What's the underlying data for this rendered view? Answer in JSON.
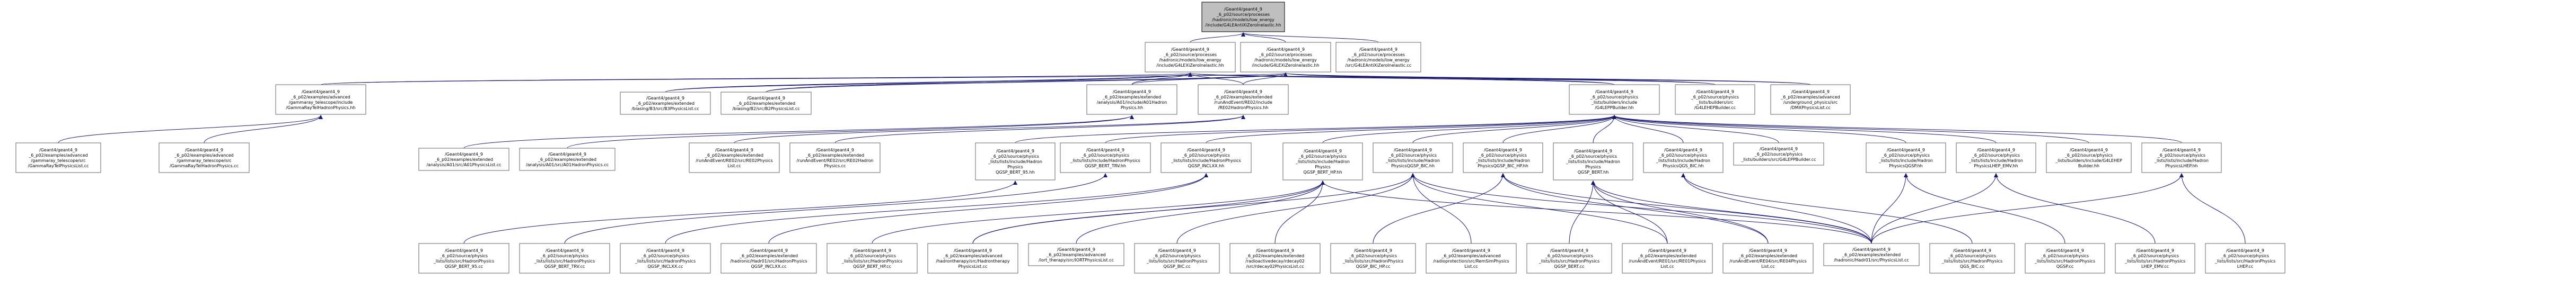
{
  "graph": {
    "nodes": [
      {
        "id": "n0",
        "name": "node-g4lextrem-lowenergy-h",
        "interactable": false,
        "lines": [
          "/Geant4/geant4_9",
          "_6_p02/source/processes",
          "/hadronic/models/low_energy",
          "/include/G4LEAntiXiZeroInelastic.hh"
        ]
      },
      {
        "id": "n1",
        "name": "node-g4lexi-zero-inelastic-h",
        "interactable": true,
        "lines": [
          "/Geant4/geant4_9",
          "_6_p02/source/processes",
          "/hadronic/models/low_energy",
          "/include/G4LEXiZeroInelastic.hh"
        ]
      },
      {
        "id": "n2",
        "name": "node-g4lexi-zero-inelastic-hh-2",
        "interactable": true,
        "lines": [
          "/Geant4/geant4_9",
          "_6_p02/source/processes",
          "/hadronic/models/low_energy",
          "/include/G4LEXiZeroInelastic.hh"
        ]
      },
      {
        "id": "n3",
        "name": "node-g4leantixi-zero-inelastic-cc",
        "interactable": true,
        "lines": [
          "/Geant4/geant4_9",
          "_6_p02/source/processes",
          "/hadronic/models/low_energy",
          "/src/G4LEAntiXiZeroInelastic.cc"
        ]
      },
      {
        "id": "n4",
        "name": "node-gammaray-tel-hadron-physics-hh",
        "interactable": true,
        "lines": [
          "/Geant4/geant4_9",
          "_6_p02/examples/advanced",
          "/gammaray_telescope/include",
          "/GammaRayTelHadronPhysics.hh"
        ]
      },
      {
        "id": "n5",
        "name": "node-biasing-b3-physics-list-cc",
        "interactable": true,
        "lines": [
          "/Geant4/geant4_9",
          "_6_p02/examples/extended",
          "/biasing/B3/src/B3PhysicsList.cc"
        ]
      },
      {
        "id": "n6",
        "name": "node-biasing-b2-physics-list-cc",
        "interactable": true,
        "lines": [
          "/Geant4/geant4_9",
          "_6_p02/examples/extended",
          "/biasing/B2/src/B2PhysicsList.cc"
        ]
      },
      {
        "id": "n7",
        "name": "node-a01-hadron-physics-hh",
        "interactable": true,
        "lines": [
          "/Geant4/geant4_9",
          "_6_p02/examples/extended",
          "/analysis/A01/include/A01Hadron",
          "Physics.hh"
        ]
      },
      {
        "id": "n8",
        "name": "node-re02-hadron-physics-hh",
        "interactable": true,
        "lines": [
          "/Geant4/geant4_9",
          "_6_p02/examples/extended",
          "/runAndEvent/RE02/include",
          "/RE02HadronPhysics.hh"
        ]
      },
      {
        "id": "n9",
        "name": "node-g4lepp-builder-hh",
        "interactable": true,
        "lines": [
          "/Geant4/geant4_9",
          "_6_p02/source/physics",
          "_lists/builders/include",
          "/G4LEPPBuilder.hh"
        ]
      },
      {
        "id": "n10",
        "name": "node-g4lehep-builder-cc",
        "interactable": true,
        "lines": [
          "/Geant4/geant4_9",
          "_6_p02/source/physics",
          "_lists/builders/src",
          "/G4LEHEPBuilder.cc"
        ]
      },
      {
        "id": "n11",
        "name": "node-dmx-physics-list-cc",
        "interactable": true,
        "lines": [
          "/Geant4/geant4_9",
          "_6_p02/examples/advanced",
          "/underground_physics/src",
          "/DMXPhysicsList.cc"
        ]
      },
      {
        "id": "n12",
        "name": "node-gammaray-tel-physics-list-cc",
        "interactable": true,
        "lines": [
          "/Geant4/geant4_9",
          "_6_p02/examples/advanced",
          "/gammaray_telescope/src",
          "/GammaRayTelPhysicsList.cc"
        ]
      },
      {
        "id": "n13",
        "name": "node-gammaray-tel-hadron-physics-cc",
        "interactable": true,
        "lines": [
          "/Geant4/geant4_9",
          "_6_p02/examples/advanced",
          "/gammaray_telescope/src",
          "/GammaRayTelHadronPhysics.cc"
        ]
      },
      {
        "id": "n14",
        "name": "node-a01-physics-list-cc",
        "interactable": true,
        "lines": [
          "/Geant4/geant4_9",
          "_6_p02/examples/extended",
          "/analysis/A01/src/A01PhysicsList.cc"
        ]
      },
      {
        "id": "n15",
        "name": "node-a01-hadron-physics-cc",
        "interactable": true,
        "lines": [
          "/Geant4/geant4_9",
          "_6_p02/examples/extended",
          "/analysis/A01/src/A01HadronPhysics.cc"
        ]
      },
      {
        "id": "n16",
        "name": "node-re02-physics-list-cc",
        "interactable": true,
        "lines": [
          "/Geant4/geant4_9",
          "_6_p02/examples/extended",
          "/runAndEvent/RE02/src/RE02Physics",
          "List.cc"
        ]
      },
      {
        "id": "n17",
        "name": "node-re02-hadron-physics-cc",
        "interactable": true,
        "lines": [
          "/Geant4/geant4_9",
          "_6_p02/examples/extended",
          "/runAndEvent/RE02/src/RE02Hadron",
          "Physics.cc"
        ]
      },
      {
        "id": "n18",
        "name": "node-qgsp-bert-95-hh",
        "interactable": true,
        "lines": [
          "/Geant4/geant4_9",
          "_6_p02/source/physics",
          "_lists/lists/include/Hadron",
          "Physics",
          "QGSP_BERT_95.hh"
        ]
      },
      {
        "id": "n19",
        "name": "node-qgsp-bert-trv-hh",
        "interactable": true,
        "lines": [
          "/Geant4/geant4_9",
          "_6_p02/source/physics",
          "_lists/lists/include/HadronPhysics",
          "QGSP_BERT_TRV.hh"
        ]
      },
      {
        "id": "n20",
        "name": "node-qgsp-inclxx-hh",
        "interactable": true,
        "lines": [
          "/Geant4/geant4_9",
          "_6_p02/source/physics",
          "_lists/lists/include/HadronPhysics",
          "QGSP_INCLXX.hh"
        ]
      },
      {
        "id": "n21",
        "name": "node-qgsp-bert-hp-hh",
        "interactable": true,
        "lines": [
          "/Geant4/geant4_9",
          "_6_p02/source/physics",
          "_lists/lists/include/Hadron",
          "Physics",
          "QGSP_BERT_HP.hh"
        ]
      },
      {
        "id": "n22",
        "name": "node-qgsp-bic-hh",
        "interactable": true,
        "lines": [
          "/Geant4/geant4_9",
          "_6_p02/source/physics",
          "_lists/lists/include/Hadron",
          "PhysicsQGSP_BIC.hh"
        ]
      },
      {
        "id": "n23",
        "name": "node-qgsp-bic-hp-hh",
        "interactable": true,
        "lines": [
          "/Geant4/geant4_9",
          "_6_p02/source/physics",
          "_lists/lists/include/Hadron",
          "PhysicsQGSP_BIC_HP.hh"
        ]
      },
      {
        "id": "n24",
        "name": "node-qgsp-bert-hh",
        "interactable": true,
        "lines": [
          "/Geant4/geant4_9",
          "_6_p02/source/physics",
          "_lists/lists/include/Hadron",
          "Physics",
          "QGSP_BERT.hh"
        ]
      },
      {
        "id": "n25",
        "name": "node-qgs-bic-hh",
        "interactable": true,
        "lines": [
          "/Geant4/geant4_9",
          "_6_p02/source/physics",
          "_lists/lists/include/Hadron",
          "PhysicsQGS_BIC.hh"
        ]
      },
      {
        "id": "n26",
        "name": "node-g4lehep-builder-hh",
        "interactable": true,
        "lines": [
          "/Geant4/geant4_9",
          "_6_p02/source/physics",
          "_lists/builders/src/G4LEPPBuilder.cc"
        ]
      },
      {
        "id": "n27",
        "name": "node-qgsp-hh",
        "interactable": true,
        "lines": [
          "/Geant4/geant4_9",
          "_6_p02/source/physics",
          "_lists/lists/include/Hadron",
          "PhysicsQGSP.hh"
        ]
      },
      {
        "id": "n28",
        "name": "node-lhep-emv-hh",
        "interactable": true,
        "lines": [
          "/Geant4/geant4_9",
          "_6_p02/source/physics",
          "_lists/lists/include/Hadron",
          "PhysicsLHEP_EMV.hh"
        ]
      },
      {
        "id": "n29",
        "name": "node-g4lehep-builder-include-hh",
        "interactable": true,
        "lines": [
          "/Geant4/geant4_9",
          "_6_p02/source/physics",
          "_lists/builders/include/G4LEHEP",
          "Builder.hh"
        ]
      },
      {
        "id": "n30",
        "name": "node-lhep-hh",
        "interactable": true,
        "lines": [
          "/Geant4/geant4_9",
          "_6_p02/source/physics",
          "_lists/lists/include/Hadron",
          "PhysicsLHEP.hh"
        ]
      },
      {
        "id": "n31",
        "name": "node-qgsp-bert-95-cc",
        "interactable": true,
        "lines": [
          "/Geant4/geant4_9",
          "_6_p02/source/physics",
          "_lists/lists/src/HadronPhysics",
          "QGSP_BERT_95.cc"
        ]
      },
      {
        "id": "n32",
        "name": "node-qgsp-bert-trv-cc",
        "interactable": true,
        "lines": [
          "/Geant4/geant4_9",
          "_6_p02/source/physics",
          "_lists/lists/src/HadronPhysics",
          "QGSP_BERT_TRV.cc"
        ]
      },
      {
        "id": "n33",
        "name": "node-qgsp-inclxx-cc",
        "interactable": true,
        "lines": [
          "/Geant4/geant4_9",
          "_6_p02/source/physics",
          "_lists/lists/src/HadronPhysics",
          "QGSP_INCLXX.cc"
        ]
      },
      {
        "id": "n34",
        "name": "node-re04-hadron-physics-cc",
        "interactable": true,
        "lines": [
          "/Geant4/geant4_9",
          "_6_p02/examples/extended",
          "/hadronic/Hadr01/src/HadronPhysics",
          "QGSP_INCLXX.cc"
        ]
      },
      {
        "id": "n35",
        "name": "node-qgsp-bert-hp-cc",
        "interactable": true,
        "lines": [
          "/Geant4/geant4_9",
          "_6_p02/source/physics",
          "_lists/lists/src/HadronPhysics",
          "QGSP_BERT_HP.cc"
        ]
      },
      {
        "id": "n36",
        "name": "node-hadrontherapy-physics-list-cc",
        "interactable": true,
        "lines": [
          "/Geant4/geant4_9",
          "_6_p02/examples/advanced",
          "/hadrontherapy/src/Hadrontherapy",
          "PhysicsList.cc"
        ]
      },
      {
        "id": "n37",
        "name": "node-iort-physics-list-cc",
        "interactable": true,
        "lines": [
          "/Geant4/geant4_9",
          "_6_p02/examples/advanced",
          "/iort_therapy/src/IORTPhysicsList.cc"
        ]
      },
      {
        "id": "n38",
        "name": "node-qgsp-bic-cc",
        "interactable": true,
        "lines": [
          "/Geant4/geant4_9",
          "_6_p02/source/physics",
          "_lists/lists/src/HadronPhysics",
          "QGSP_BIC.cc"
        ]
      },
      {
        "id": "n39",
        "name": "node-radioactivedecay-physics-list-cc",
        "interactable": true,
        "lines": [
          "/Geant4/geant4_9",
          "_6_p02/examples/extended",
          "/radioactivedecay/rdecay02",
          "/src/rdecay02PhysicsList.cc"
        ]
      },
      {
        "id": "n40",
        "name": "node-qgsp-bic-hp-cc",
        "interactable": true,
        "lines": [
          "/Geant4/geant4_9",
          "_6_p02/source/physics",
          "_lists/lists/src/HadronPhysics",
          "QGSP_BIC_HP.cc"
        ]
      },
      {
        "id": "n41",
        "name": "node-radioprotection-physics-list-cc",
        "interactable": true,
        "lines": [
          "/Geant4/geant4_9",
          "_6_p02/examples/advanced",
          "/radioprotection/src/RemSimPhysics",
          "List.cc"
        ]
      },
      {
        "id": "n42",
        "name": "node-qgsp-bert-cc",
        "interactable": true,
        "lines": [
          "/Geant4/geant4_9",
          "_6_p02/source/physics",
          "_lists/lists/src/HadronPhysics",
          "QGSP_BERT.cc"
        ]
      },
      {
        "id": "n43",
        "name": "node-re01-physics-list-cc",
        "interactable": true,
        "lines": [
          "/Geant4/geant4_9",
          "_6_p02/examples/extended",
          "/runAndEvent/RE01/src/RE01Physics",
          "List.cc"
        ]
      },
      {
        "id": "n44",
        "name": "node-re04-physics-list-cc",
        "interactable": true,
        "lines": [
          "/Geant4/geant4_9",
          "_6_p02/examples/extended",
          "/runAndEvent/RE04/src/RE04Physics",
          "List.cc"
        ]
      },
      {
        "id": "n45",
        "name": "node-hadr01-physics-list-cc",
        "interactable": true,
        "lines": [
          "/Geant4/geant4_9",
          "_6_p02/examples/extended",
          "/hadronic/Hadr01/src/PhysicsList.cc"
        ]
      },
      {
        "id": "n46",
        "name": "node-qgs-bic-cc",
        "interactable": true,
        "lines": [
          "/Geant4/geant4_9",
          "_6_p02/source/physics",
          "_lists/lists/src/HadronPhysics",
          "QGS_BIC.cc"
        ]
      },
      {
        "id": "n47",
        "name": "node-qgsp-cc",
        "interactable": true,
        "lines": [
          "/Geant4/geant4_9",
          "_6_p02/source/physics",
          "_lists/lists/src/HadronPhysics",
          "QGSP.cc"
        ]
      },
      {
        "id": "n48",
        "name": "node-lhep-emv-cc",
        "interactable": true,
        "lines": [
          "/Geant4/geant4_9",
          "_6_p02/source/physics",
          "_lists/lists/src/HadronPhysics",
          "LHEP_EMV.cc"
        ]
      },
      {
        "id": "n49",
        "name": "node-lhep-cc",
        "interactable": true,
        "lines": [
          "/Geant4/geant4_9",
          "_6_p02/source/physics",
          "_lists/lists/src/HadronPhysics",
          "LHEP.cc"
        ]
      }
    ],
    "edges": [
      [
        "n0",
        "n1"
      ],
      [
        "n0",
        "n2"
      ],
      [
        "n0",
        "n3"
      ],
      [
        "n1",
        "n4"
      ],
      [
        "n1",
        "n5"
      ],
      [
        "n1",
        "n6"
      ],
      [
        "n1",
        "n7"
      ],
      [
        "n1",
        "n8"
      ],
      [
        "n1",
        "n9"
      ],
      [
        "n1",
        "n10"
      ],
      [
        "n1",
        "n11"
      ],
      [
        "n2",
        "n4"
      ],
      [
        "n2",
        "n5"
      ],
      [
        "n2",
        "n6"
      ],
      [
        "n2",
        "n7"
      ],
      [
        "n2",
        "n8"
      ],
      [
        "n2",
        "n9"
      ],
      [
        "n2",
        "n10"
      ],
      [
        "n2",
        "n11"
      ],
      [
        "n4",
        "n12"
      ],
      [
        "n4",
        "n13"
      ],
      [
        "n7",
        "n14"
      ],
      [
        "n7",
        "n15"
      ],
      [
        "n8",
        "n16"
      ],
      [
        "n8",
        "n17"
      ],
      [
        "n9",
        "n18"
      ],
      [
        "n9",
        "n19"
      ],
      [
        "n9",
        "n20"
      ],
      [
        "n9",
        "n21"
      ],
      [
        "n9",
        "n22"
      ],
      [
        "n9",
        "n23"
      ],
      [
        "n9",
        "n24"
      ],
      [
        "n9",
        "n25"
      ],
      [
        "n9",
        "n26"
      ],
      [
        "n9",
        "n27"
      ],
      [
        "n9",
        "n28"
      ],
      [
        "n9",
        "n29"
      ],
      [
        "n9",
        "n30"
      ],
      [
        "n18",
        "n31"
      ],
      [
        "n19",
        "n32"
      ],
      [
        "n20",
        "n33"
      ],
      [
        "n20",
        "n34"
      ],
      [
        "n21",
        "n35"
      ],
      [
        "n21",
        "n36"
      ],
      [
        "n21",
        "n37"
      ],
      [
        "n21",
        "n39"
      ],
      [
        "n22",
        "n38"
      ],
      [
        "n22",
        "n36"
      ],
      [
        "n22",
        "n41"
      ],
      [
        "n22",
        "n43"
      ],
      [
        "n23",
        "n40"
      ],
      [
        "n23",
        "n44"
      ],
      [
        "n24",
        "n42"
      ],
      [
        "n24",
        "n45"
      ],
      [
        "n24",
        "n43"
      ],
      [
        "n24",
        "n44"
      ],
      [
        "n25",
        "n46"
      ],
      [
        "n25",
        "n45"
      ],
      [
        "n27",
        "n47"
      ],
      [
        "n27",
        "n45"
      ],
      [
        "n28",
        "n48"
      ],
      [
        "n28",
        "n45"
      ],
      [
        "n30",
        "n49"
      ],
      [
        "n30",
        "n45"
      ],
      [
        "n21",
        "n45"
      ],
      [
        "n22",
        "n45"
      ],
      [
        "n23",
        "n45"
      ]
    ]
  }
}
